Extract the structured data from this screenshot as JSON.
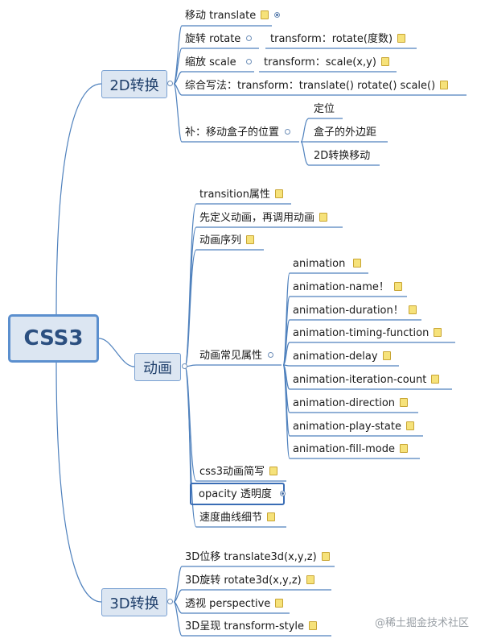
{
  "root": {
    "label": "CSS3"
  },
  "branches": {
    "b2d": {
      "label": "2D转换"
    },
    "banim": {
      "label": "动画"
    },
    "b3d": {
      "label": "3D转换"
    }
  },
  "items2d": [
    {
      "label": "移动 translate"
    },
    {
      "label": "旋转 rotate",
      "extra": "transform：rotate(度数)"
    },
    {
      "label": "缩放 scale",
      "extra": "transform：scale(x,y)"
    },
    {
      "label": "综合写法：transform：translate()  rotate()  scale()"
    },
    {
      "label": "补：移动盒子的位置"
    }
  ],
  "subPosition": [
    {
      "label": "定位"
    },
    {
      "label": "盒子的外边距"
    },
    {
      "label": "2D转换移动"
    }
  ],
  "itemsAnim": [
    {
      "label": "transition属性"
    },
    {
      "label": "先定义动画，再调用动画"
    },
    {
      "label": "动画序列"
    },
    {
      "label": "动画常见属性"
    },
    {
      "label": "css3动画简写"
    },
    {
      "label": "opacity 透明度"
    },
    {
      "label": "速度曲线细节"
    }
  ],
  "subProps": [
    {
      "label": "animation"
    },
    {
      "label": "animation-name！"
    },
    {
      "label": "animation-duration！"
    },
    {
      "label": "animation-timing-function"
    },
    {
      "label": "animation-delay"
    },
    {
      "label": "animation-iteration-count"
    },
    {
      "label": "animation-direction"
    },
    {
      "label": "animation-play-state"
    },
    {
      "label": "animation-fill-mode"
    }
  ],
  "items3d": [
    {
      "label": "3D位移 translate3d(x,y,z)"
    },
    {
      "label": "3D旋转 rotate3d(x,y,z)"
    },
    {
      "label": "透视 perspective"
    },
    {
      "label": "3D呈现  transform-style"
    }
  ],
  "watermark": "@稀土掘金技术社区",
  "colors": {
    "line": "#4f81bd",
    "nodeFill": "#dce6f2",
    "rootBorder": "#5b8fce",
    "selection": "#3a6db5"
  }
}
